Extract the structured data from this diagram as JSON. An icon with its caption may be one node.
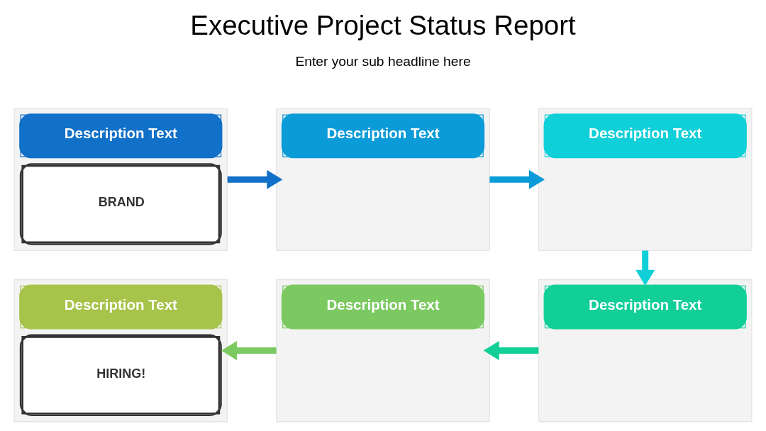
{
  "diagram": {
    "title": "Executive Project Status Report",
    "nodes": [
      {
        "text": [
          "Description Text",
          "BRAND"
        ]
      },
      {
        "text": [
          "Description Text"
        ]
      },
      {
        "text": [
          "Description Text"
        ]
      },
      {
        "text": [
          "Description Text",
          "HIRING!"
        ]
      },
      {
        "text": [
          "Description Text"
        ]
      },
      {
        "text": [
          "Description Text"
        ]
      }
    ],
    "edges": [
      {
        "from": 0,
        "to": 1,
        "arrow": "to",
        "color": "#1170c8"
      },
      {
        "from": 1,
        "to": 2,
        "arrow": "to",
        "color": "#0a9bd8"
      },
      {
        "from": 2,
        "to": 5,
        "arrow": "to",
        "color": "#0fcfd9"
      },
      {
        "from": 5,
        "to": 4,
        "arrow": "to",
        "color": "#12cf98"
      },
      {
        "from": 4,
        "to": 3,
        "arrow": "to",
        "color": "#7cc962"
      }
    ],
    "labels": [
      "Enter your sub headline here"
    ]
  }
}
